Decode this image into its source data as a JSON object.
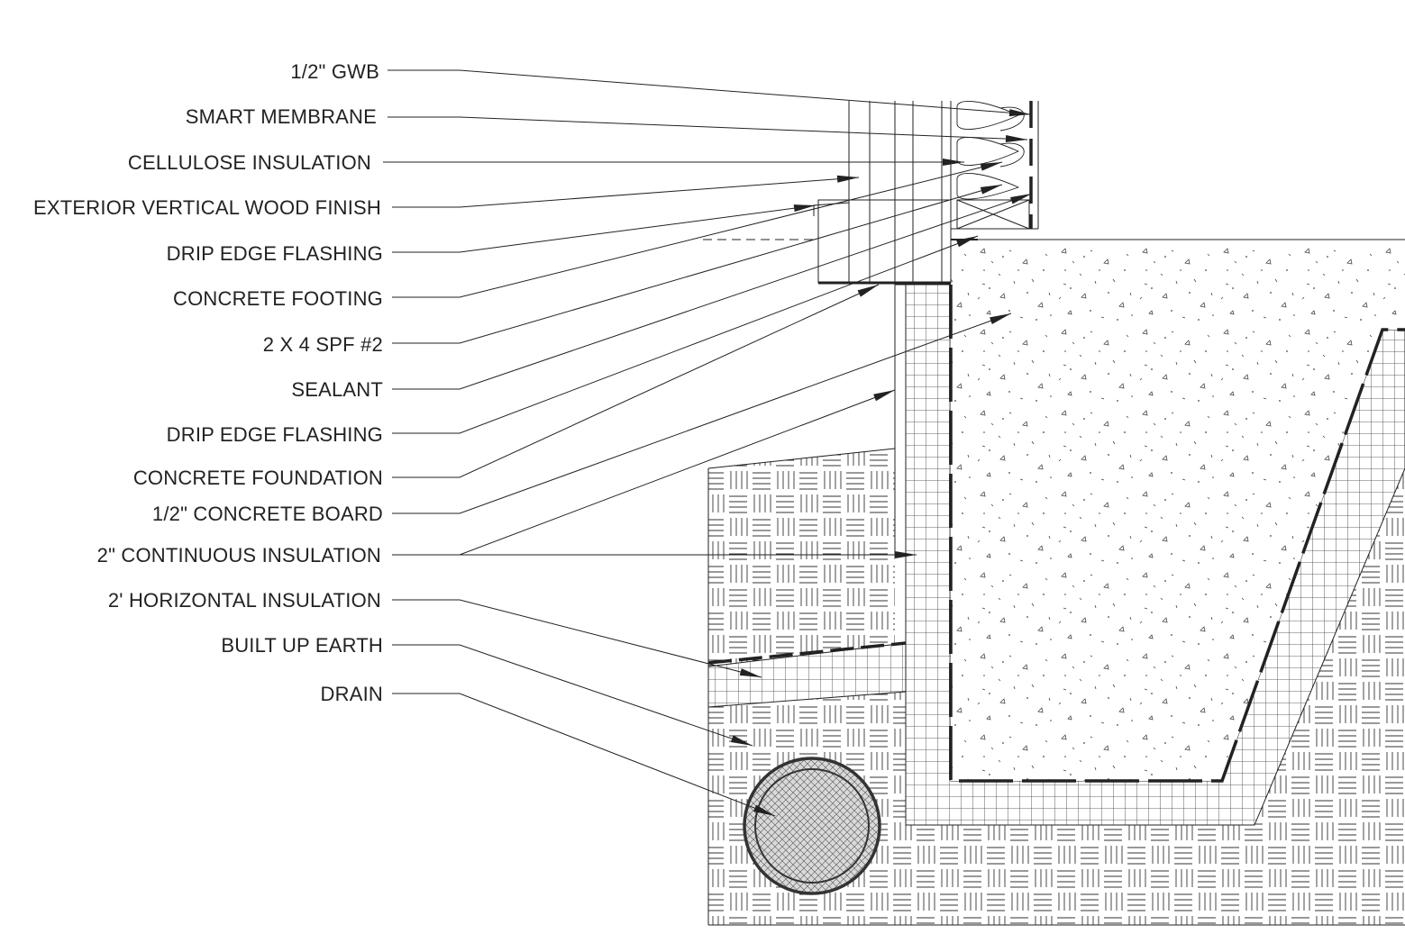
{
  "labels": [
    "1/2\" GWB",
    "SMART MEMBRANE",
    "CELLULOSE INSULATION",
    "EXTERIOR VERTICAL WOOD FINISH",
    "DRIP EDGE FLASHING",
    "CONCRETE FOOTING",
    "2 X 4 SPF #2",
    "SEALANT",
    "DRIP EDGE FLASHING",
    "CONCRETE FOUNDATION",
    "1/2\" CONCRETE BOARD",
    "2\" CONTINUOUS INSULATION",
    "2' HORIZONTAL INSULATION",
    "BUILT UP EARTH",
    "DRAIN"
  ],
  "colors": {
    "line": "#222222",
    "concrete_fill": "#ffffff",
    "drain_fill": "#d9d9d9"
  }
}
